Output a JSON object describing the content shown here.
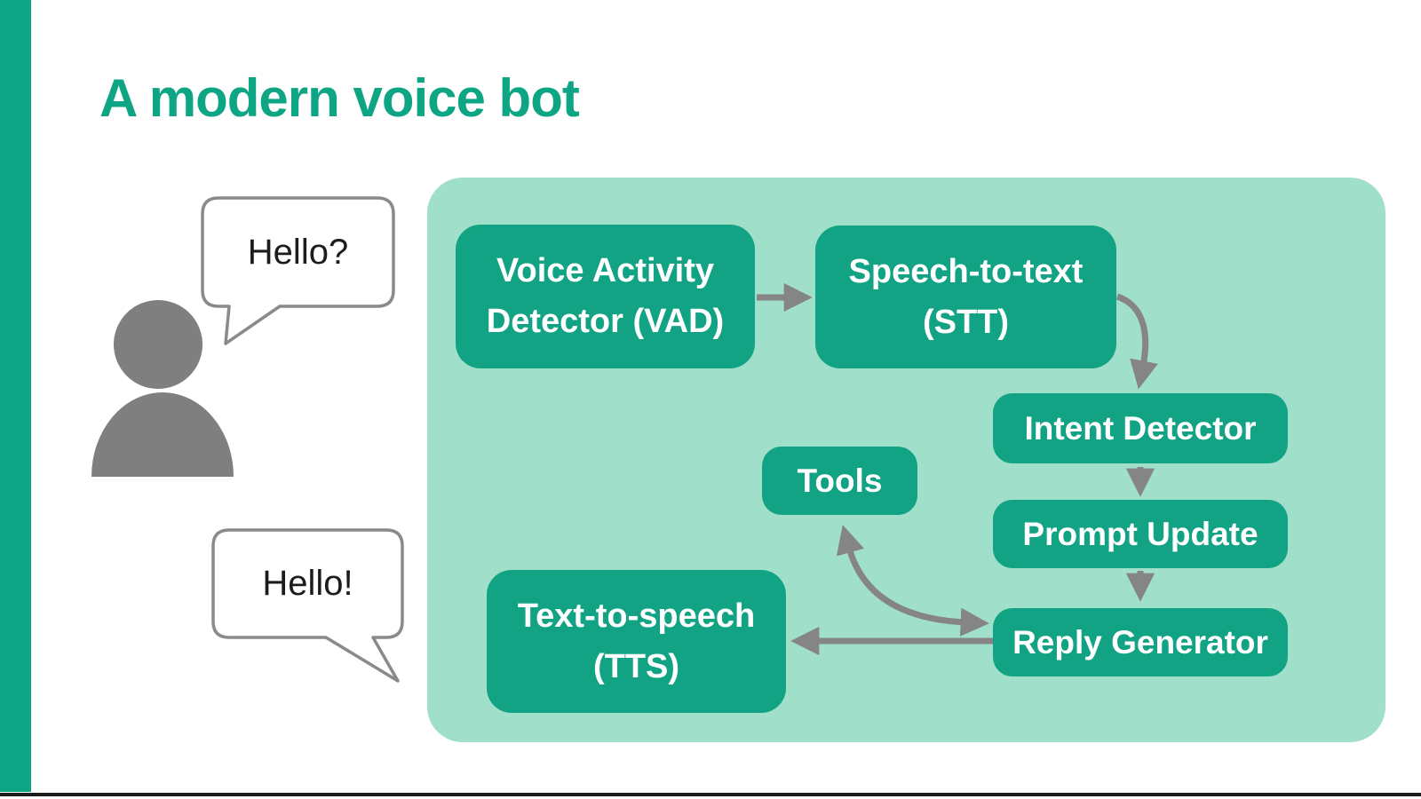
{
  "slide": {
    "title": "A modern voice bot",
    "colors": {
      "accent": "#0da583",
      "node_fill": "#12a384",
      "panel_fill": "#a0dfc9",
      "arrow_gray": "#858585",
      "person_gray": "#7f7f7f",
      "bubble_border": "#8a8a8a",
      "bottom_rule": "#1c1c1c"
    },
    "speech_bubbles": [
      {
        "text": "Hello?"
      },
      {
        "text": "Hello!"
      }
    ],
    "diagram": {
      "nodes": [
        {
          "id": "vad",
          "label": "Voice Activity Detector (VAD)"
        },
        {
          "id": "stt",
          "label": "Speech-to-text (STT)"
        },
        {
          "id": "intent",
          "label": "Intent Detector"
        },
        {
          "id": "prompt",
          "label": "Prompt Update"
        },
        {
          "id": "reply",
          "label": "Reply Generator"
        },
        {
          "id": "tools",
          "label": "Tools"
        },
        {
          "id": "tts",
          "label": "Text-to-speech (TTS)"
        }
      ],
      "edges": [
        {
          "from": "vad",
          "to": "stt",
          "bidirectional": false
        },
        {
          "from": "stt",
          "to": "intent",
          "bidirectional": false
        },
        {
          "from": "intent",
          "to": "prompt",
          "bidirectional": false
        },
        {
          "from": "prompt",
          "to": "reply",
          "bidirectional": false
        },
        {
          "from": "tools",
          "to": "reply",
          "bidirectional": true
        },
        {
          "from": "reply",
          "to": "tts",
          "bidirectional": false
        }
      ]
    }
  }
}
